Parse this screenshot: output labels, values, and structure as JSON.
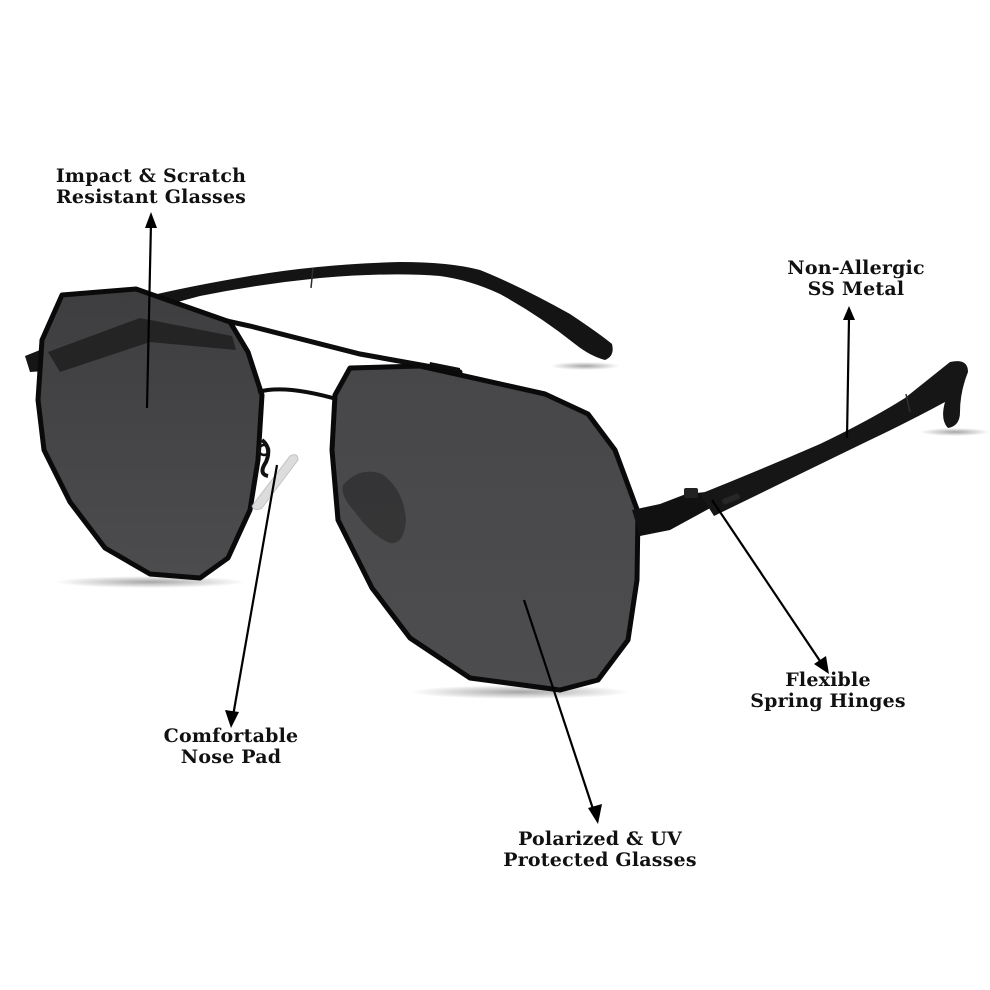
{
  "image": {
    "subject": "black aviator hexagonal sunglasses with feature callouts",
    "colors": {
      "background": "#ffffff",
      "frame": "#0d0d0d",
      "lens": "#4a4a4c",
      "lens_dark": "#3b3b3d",
      "text": "#111111",
      "arrow": "#000000",
      "nose_pad": "#d9d9d9"
    }
  },
  "callouts": [
    {
      "id": "impact",
      "line1": "Impact & Scratch",
      "line2": "Resistant Glasses"
    },
    {
      "id": "non-allergic",
      "line1": "Non-Allergic",
      "line2": "SS Metal"
    },
    {
      "id": "nose-pad",
      "line1": "Comfortable",
      "line2": "Nose Pad"
    },
    {
      "id": "polarized",
      "line1": "Polarized & UV",
      "line2": "Protected Glasses"
    },
    {
      "id": "hinges",
      "line1": "Flexible",
      "line2": "Spring Hinges"
    }
  ]
}
